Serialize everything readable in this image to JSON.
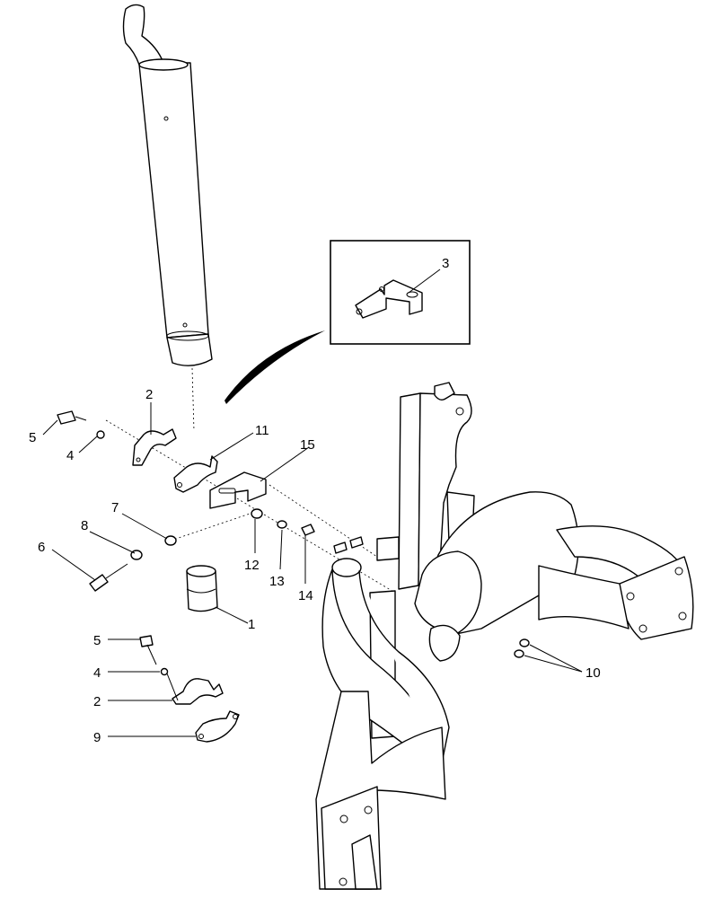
{
  "callouts": {
    "c1": "1",
    "c2_top": "2",
    "c2_bottom": "2",
    "c3": "3",
    "c4_top": "4",
    "c4_bottom": "4",
    "c5_top": "5",
    "c5_bottom": "5",
    "c6": "6",
    "c7": "7",
    "c8": "8",
    "c9": "9",
    "c10": "10",
    "c11": "11",
    "c12": "12",
    "c13": "13",
    "c14": "14",
    "c15": "15"
  }
}
